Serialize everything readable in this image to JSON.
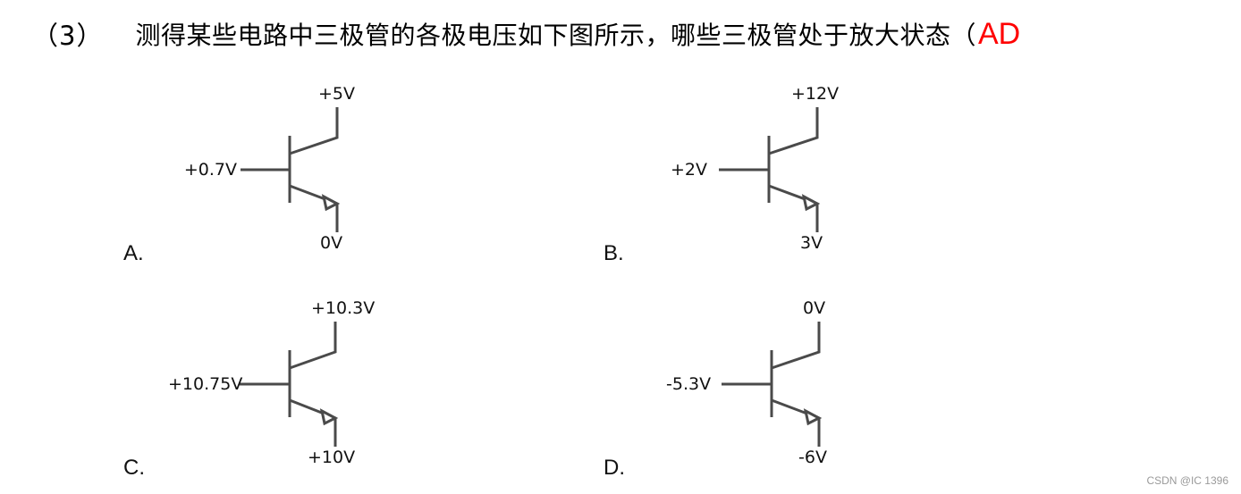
{
  "question": {
    "number": "（3）",
    "text": "测得某些电路中三极管的各极电压如下图所示，哪些三极管处于放大状态（",
    "answer": "AD",
    "answer_color": "#ff0000"
  },
  "circuits": [
    {
      "option": "A.",
      "collector": "+5V",
      "base": "+0.7V",
      "emitter": "0V",
      "symbol": "npn-transistor-icon"
    },
    {
      "option": "B.",
      "collector": "+12V",
      "base": "+2V",
      "emitter": "3V",
      "symbol": "npn-transistor-icon"
    },
    {
      "option": "C.",
      "collector": "+10.3V",
      "base": "+10.75V",
      "emitter": "+10V",
      "symbol": "npn-transistor-icon"
    },
    {
      "option": "D.",
      "collector": "0V",
      "base": "-5.3V",
      "emitter": "-6V",
      "symbol": "npn-transistor-icon"
    }
  ],
  "watermark": "CSDN @IC 1396",
  "colors": {
    "wire": "#4a4a4a",
    "text": "#111111"
  }
}
